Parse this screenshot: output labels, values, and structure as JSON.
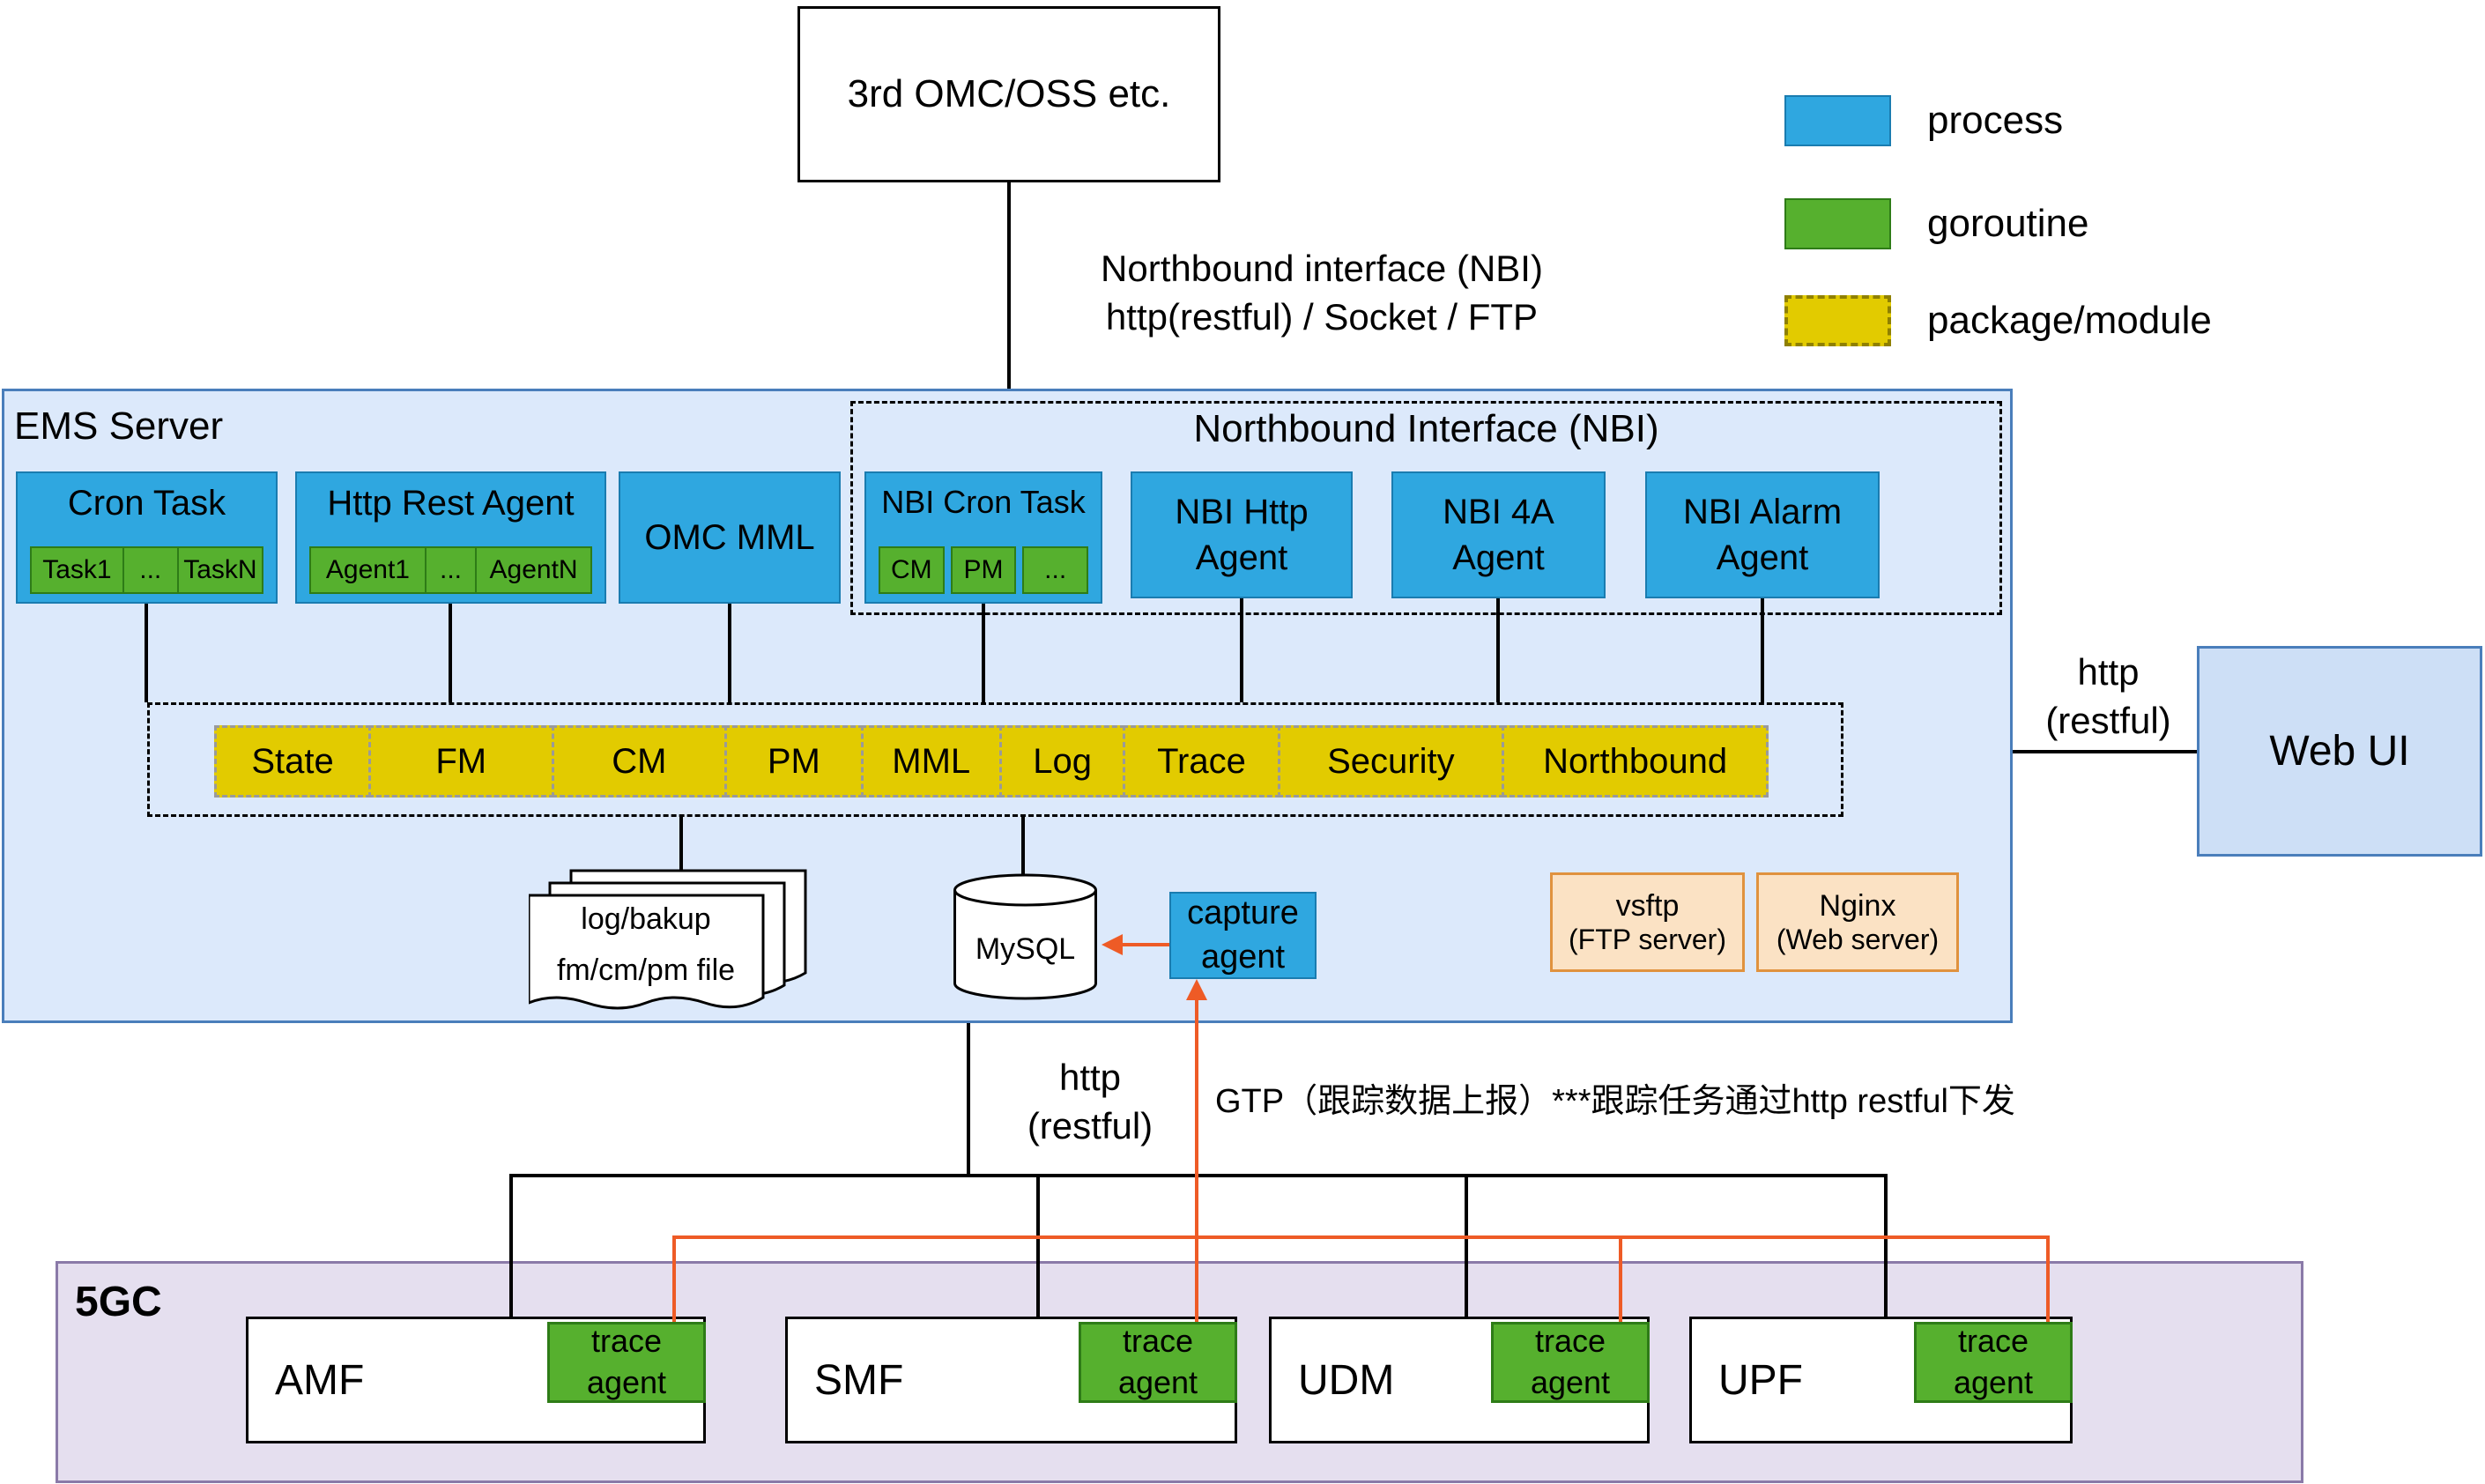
{
  "top": {
    "external_box": "3rd OMC/OSS etc.",
    "nbi_link": "Northbound interface (NBI)\nhttp(restful) / Socket / FTP"
  },
  "legend": {
    "items": [
      {
        "label": "process",
        "color": "#2fa7e0"
      },
      {
        "label": "goroutine",
        "color": "#56b02e"
      },
      {
        "label": "package/module",
        "color": "#e2cb00"
      }
    ]
  },
  "ems": {
    "title": "EMS Server",
    "cron_task": {
      "label": "Cron Task",
      "children": [
        "Task1",
        "...",
        "TaskN"
      ]
    },
    "http_rest_agent": {
      "label": "Http Rest Agent",
      "children": [
        "Agent1",
        "...",
        "AgentN"
      ]
    },
    "omc_mml": {
      "label": "OMC MML"
    },
    "nbi": {
      "title": "Northbound Interface (NBI)",
      "cron_task": {
        "label": "NBI Cron Task",
        "children": [
          "CM",
          "PM",
          "..."
        ]
      },
      "http_agent": "NBI Http\nAgent",
      "foura_agent": "NBI 4A\nAgent",
      "alarm_agent": "NBI Alarm\nAgent"
    },
    "modules": [
      "State",
      "FM",
      "CM",
      "PM",
      "MML",
      "Log",
      "Trace",
      "Security",
      "Northbound"
    ],
    "file_store": {
      "line1": "log/bakup",
      "line2": "fm/cm/pm file"
    },
    "database": "MySQL",
    "capture_agent": "capture\nagent",
    "ftp_server": {
      "name": "vsftp",
      "desc": "(FTP server)"
    },
    "web_server": {
      "name": "Nginx",
      "desc": "(Web server)"
    }
  },
  "web_ui": {
    "label": "Web UI",
    "link_label": "http\n(restful)"
  },
  "core_link": {
    "http_label": "http\n(restful)",
    "gtp_label": "GTP（跟踪数据上报）***跟踪任务通过http restful下发"
  },
  "core": {
    "title": "5GC",
    "nfs": [
      {
        "name": "AMF",
        "agent": "trace\nagent"
      },
      {
        "name": "SMF",
        "agent": "trace\nagent"
      },
      {
        "name": "UDM",
        "agent": "trace\nagent"
      },
      {
        "name": "UPF",
        "agent": "trace\nagent"
      }
    ]
  }
}
